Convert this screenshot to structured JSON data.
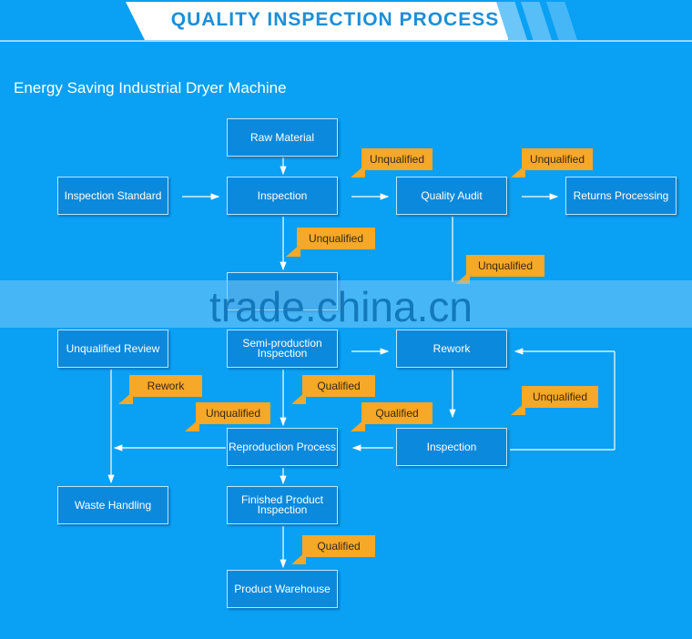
{
  "header": {
    "title": "QUALITY INSPECTION PROCESS",
    "subtitle": "Energy Saving Industrial Dryer Machine"
  },
  "nodes": {
    "raw_material": "Raw Material",
    "inspection_standard": "Inspection Standard",
    "inspection": "Inspection",
    "quality_audit": "Quality Audit",
    "returns_processing": "Returns Processing",
    "unqualified_review": "Unqualified Review",
    "semi_production": "Semi-production Inspection",
    "rework": "Rework",
    "reproduction": "Reproduction Process",
    "inspection2": "Inspection",
    "waste_handling": "Waste Handling",
    "finished_product": "Finished Product Inspection",
    "product_warehouse": "Product Warehouse"
  },
  "tags": [
    "Unqualified",
    "Unqualified",
    "Unqualified",
    "Unqualified",
    "Rework",
    "Qualified",
    "Unqualified",
    "Qualified",
    "Unqualified",
    "Qualified"
  ],
  "watermark": "trade.china.cn",
  "colors": {
    "background": "#0aa0f4",
    "box": "#0b89dc",
    "tag": "#f6a828"
  }
}
